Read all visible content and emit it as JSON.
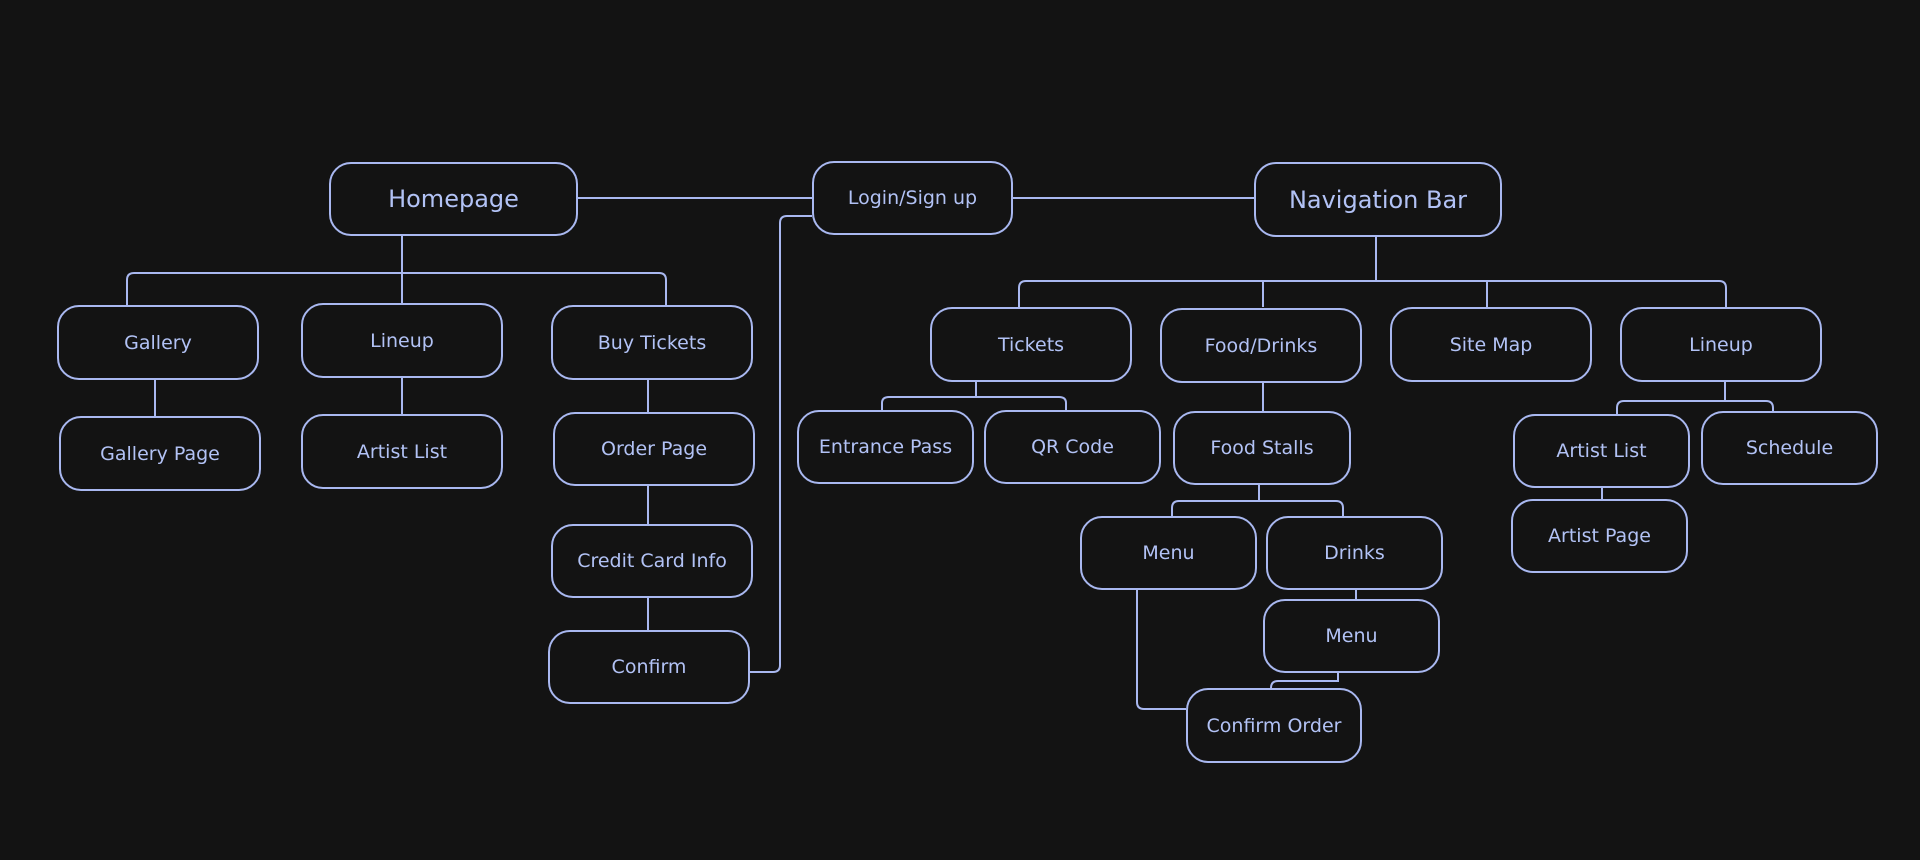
{
  "colors": {
    "background": "#131313",
    "line": "#a9b8f0",
    "text": "#b2c2f5"
  },
  "nodes": {
    "homepage": "Homepage",
    "login": "Login/Sign up",
    "navbar": "Navigation Bar",
    "gallery": "Gallery",
    "gallery_page": "Gallery Page",
    "lineup_home": "Lineup",
    "artist_list_home": "Artist List",
    "buy_tickets": "Buy Tickets",
    "order_page": "Order Page",
    "credit_card": "Credit Card Info",
    "confirm": "Confirm",
    "tickets": "Tickets",
    "entrance_pass": "Entrance Pass",
    "qr_code": "QR Code",
    "food_drinks": "Food/Drinks",
    "food_stalls": "Food Stalls",
    "menu_food": "Menu",
    "drinks": "Drinks",
    "menu_drinks": "Menu",
    "confirm_order": "Confirm Order",
    "site_map": "Site Map",
    "lineup_nav": "Lineup",
    "artist_list_nav": "Artist List",
    "schedule": "Schedule",
    "artist_page": "Artist Page"
  }
}
